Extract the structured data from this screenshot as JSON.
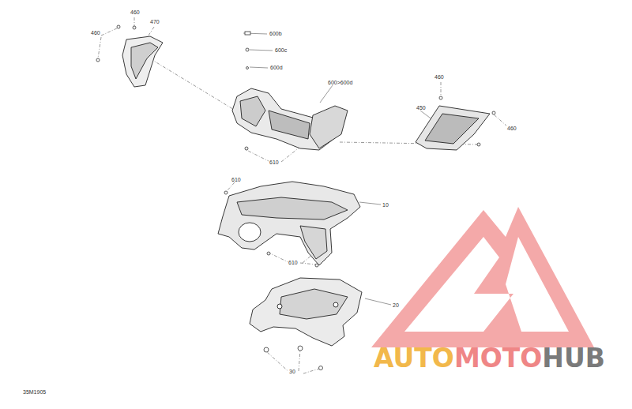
{
  "diagram": {
    "labels": [
      "460",
      "470",
      "460",
      "600b",
      "600c",
      "600d",
      "600>600d",
      "460",
      "450",
      "460",
      "610",
      "610",
      "10",
      "610",
      "20",
      "30",
      "35M1905",
      "AUTO",
      "MOTO",
      "HUB"
    ]
  }
}
